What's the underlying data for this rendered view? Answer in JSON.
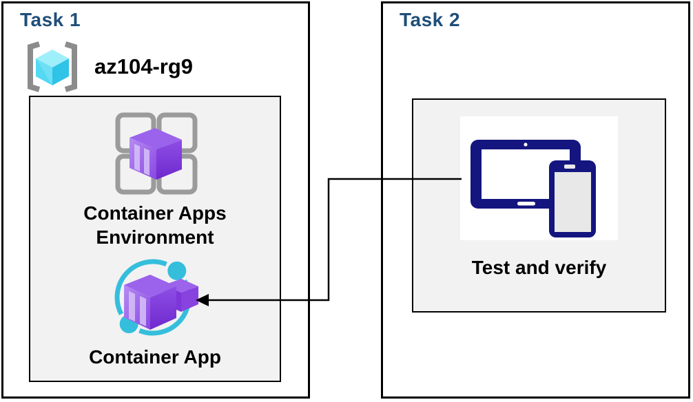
{
  "diagram": {
    "task1": {
      "title": "Task 1",
      "resource_group_name": "az104-rg9",
      "environment_label": "Container Apps Environment",
      "app_label": "Container App"
    },
    "task2": {
      "title": "Task 2",
      "verify_label": "Test and verify"
    },
    "arrow": {
      "from": "test-and-verify",
      "to": "container-app"
    },
    "colors": {
      "title_navy": "#1F4E79",
      "label_black": "#000000",
      "inner_box_fill": "#F2F2F2",
      "border_black": "#000000",
      "azure_cyan": "#35BEDC",
      "cube_cyan_light": "#9FEFFA",
      "cube_cyan_mid": "#53D9F2",
      "cube_cyan_dark": "#2FC3E8",
      "container_purple": "#8A46E2",
      "container_purple_light": "#B68CF2",
      "container_purple_dark": "#6F28CE",
      "grid_gray": "#9B9B9B",
      "bracket_gray": "#8C8C8C",
      "device_navy": "#14157F",
      "device_screen_gray": "#E8E8E8"
    },
    "icons": {
      "resource_group": "resource-group-icon",
      "environment": "container-apps-environment-icon",
      "app": "container-app-icon",
      "devices": "tablet-phone-icon"
    }
  }
}
